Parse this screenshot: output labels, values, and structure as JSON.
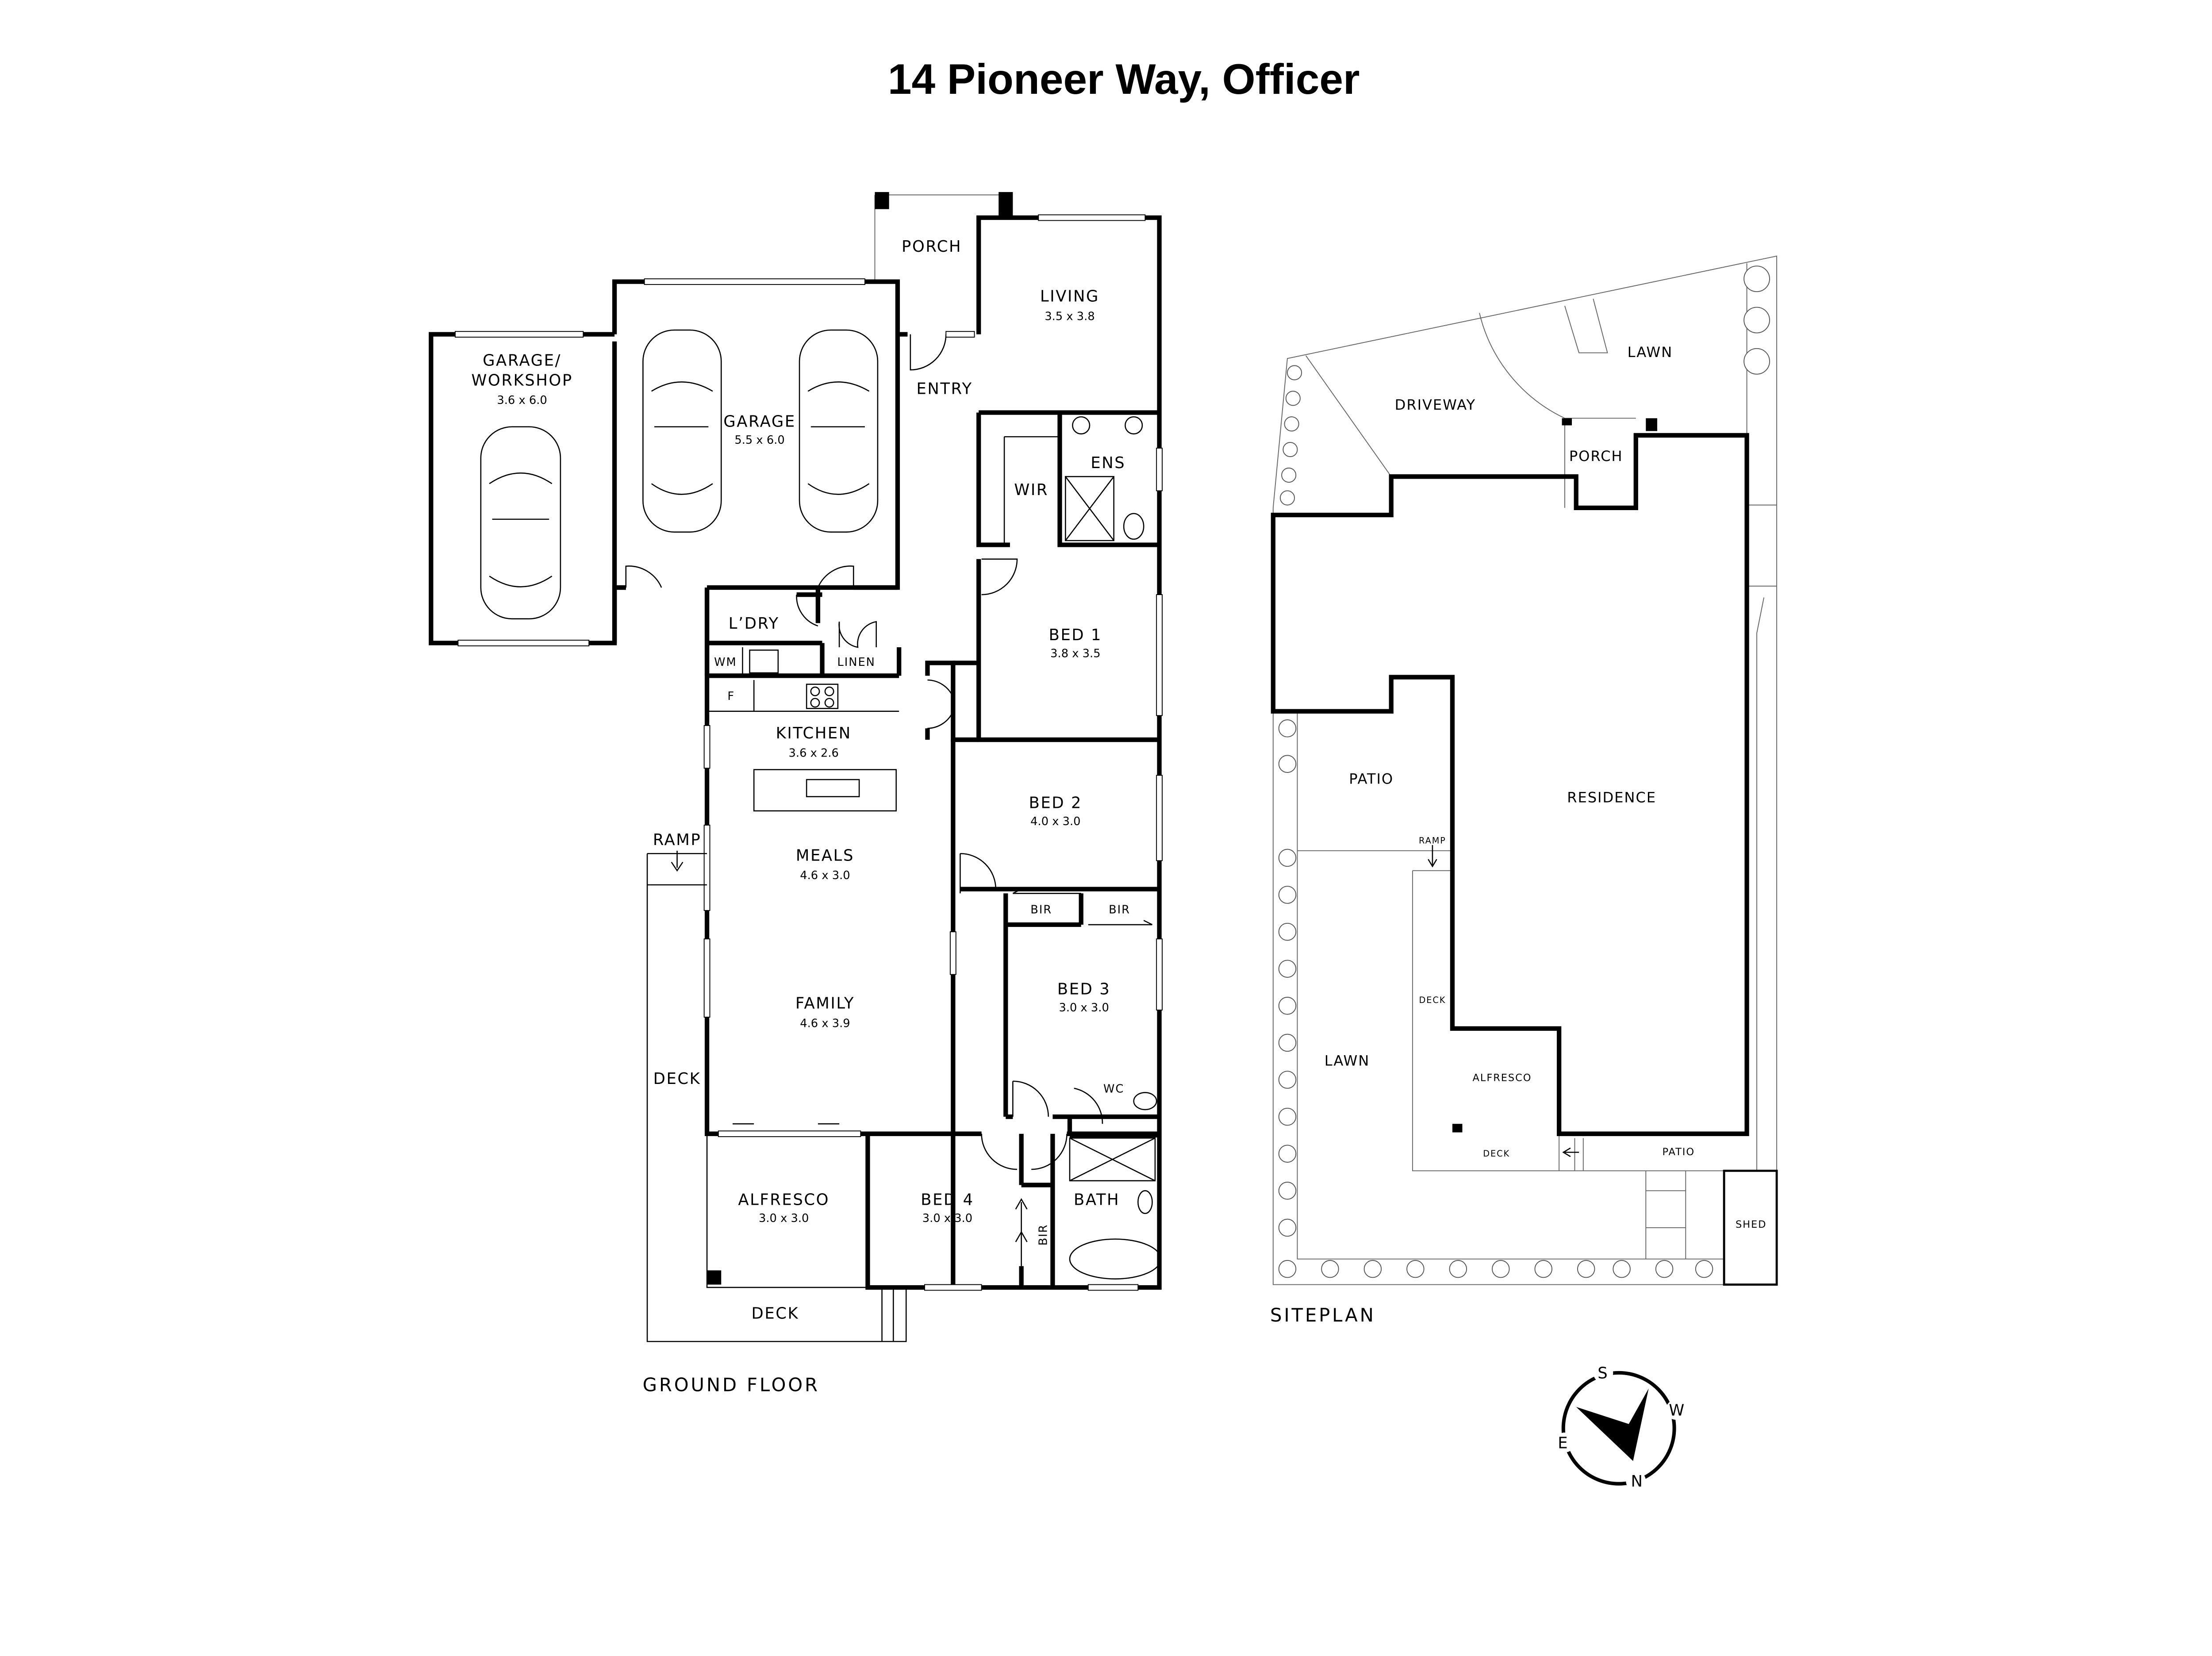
{
  "title": "14 Pioneer Way, Officer",
  "ground_floor": {
    "caption": "GROUND FLOOR",
    "rooms": {
      "porch": {
        "label": "PORCH"
      },
      "living": {
        "label": "LIVING",
        "size": "3.5 x 3.8"
      },
      "garage_workshop": {
        "label_line1": "GARAGE/",
        "label_line2": "WORKSHOP",
        "size": "3.6 x 6.0"
      },
      "garage": {
        "label": "GARAGE",
        "size": "5.5 x 6.0"
      },
      "entry": {
        "label": "ENTRY"
      },
      "wir": {
        "label": "WIR"
      },
      "ens": {
        "label": "ENS"
      },
      "laundry": {
        "label": "L’DRY"
      },
      "wm": {
        "label": "WM"
      },
      "linen": {
        "label": "LINEN"
      },
      "fridge": {
        "label": "F"
      },
      "bed1": {
        "label": "BED 1",
        "size": "3.8 x 3.5"
      },
      "kitchen": {
        "label": "KITCHEN",
        "size": "3.6 x 2.6"
      },
      "bed2": {
        "label": "BED 2",
        "size": "4.0 x 3.0"
      },
      "ramp": {
        "label": "RAMP"
      },
      "meals": {
        "label": "MEALS",
        "size": "4.6 x 3.0"
      },
      "bir_bed2": {
        "label": "BIR"
      },
      "bir_bed3": {
        "label": "BIR"
      },
      "bed3": {
        "label": "BED 3",
        "size": "3.0 x 3.0"
      },
      "family": {
        "label": "FAMILY",
        "size": "4.6 x 3.9"
      },
      "deck_side": {
        "label": "DECK"
      },
      "wc": {
        "label": "WC"
      },
      "alfresco": {
        "label": "ALFRESCO",
        "size": "3.0 x 3.0"
      },
      "bed4": {
        "label": "BED 4",
        "size": "3.0 x 3.0"
      },
      "bath": {
        "label": "BATH"
      },
      "bir_bed4": {
        "label": "BIR"
      },
      "deck_rear": {
        "label": "DECK"
      }
    }
  },
  "siteplan": {
    "caption": "SITEPLAN",
    "areas": {
      "driveway": "DRIVEWAY",
      "lawn_front": "LAWN",
      "porch": "PORCH",
      "patio_side": "PATIO",
      "residence": "RESIDENCE",
      "ramp": "RAMP",
      "deck_side": "DECK",
      "lawn_rear": "LAWN",
      "alfresco": "ALFRESCO",
      "deck_rear": "DECK",
      "patio_rear": "PATIO",
      "shed": "SHED"
    }
  },
  "compass": {
    "icon": "north-arrow-icon",
    "n": "N",
    "s": "S",
    "e": "E",
    "w": "W"
  }
}
